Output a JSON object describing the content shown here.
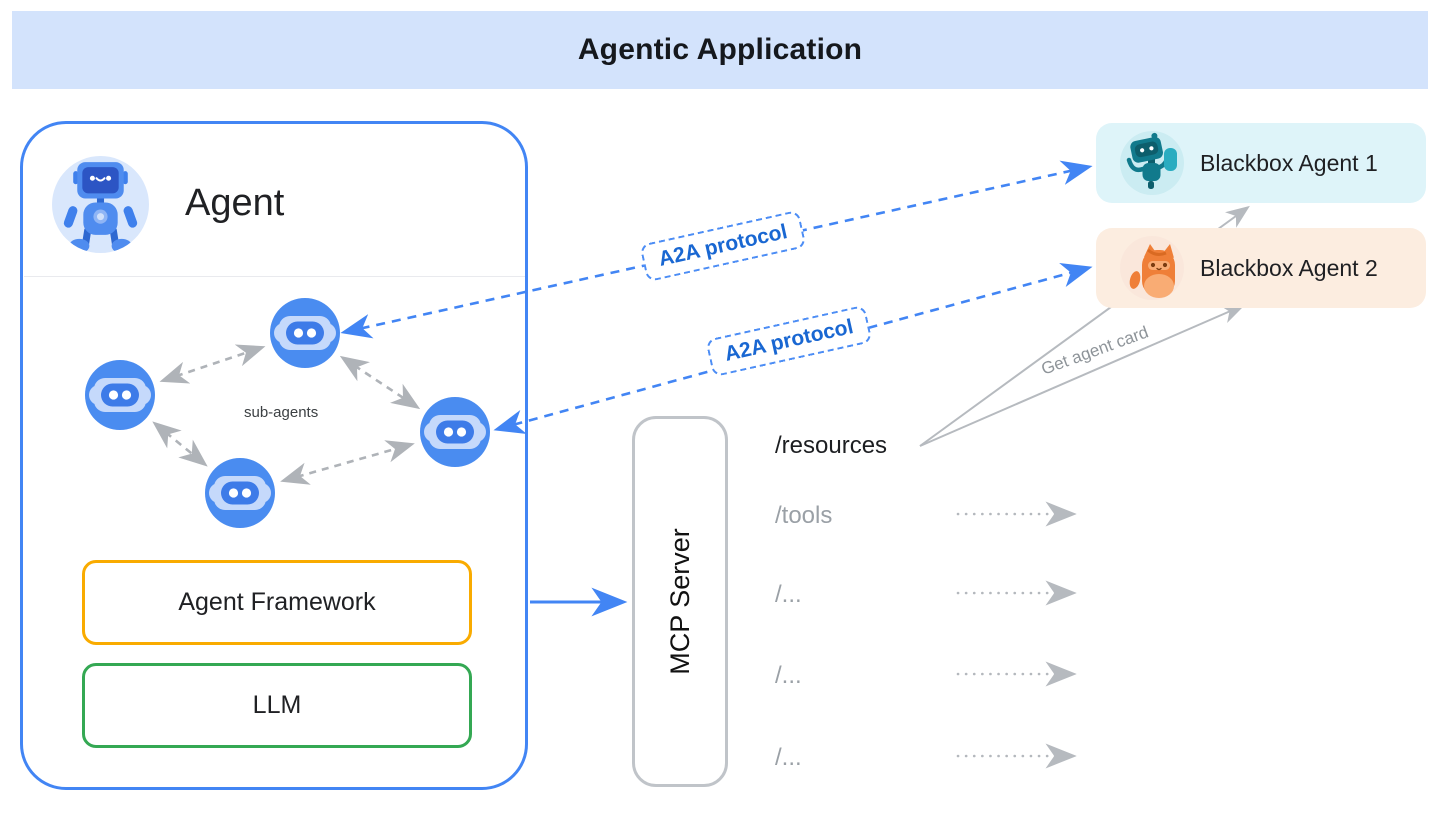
{
  "header": {
    "title": "Agentic Application"
  },
  "agent_box": {
    "title": "Agent",
    "sub_agents_label": "sub-agents",
    "framework_label": "Agent Framework",
    "llm_label": "LLM"
  },
  "mcp": {
    "label": "MCP Server"
  },
  "a2a": {
    "label1": "A2A protocol",
    "label2": "A2A protocol"
  },
  "blackbox_agents": [
    {
      "label": "Blackbox Agent 1"
    },
    {
      "label": "Blackbox Agent 2"
    }
  ],
  "get_agent_card_label": "Get agent card",
  "endpoints": [
    {
      "label": "/resources"
    },
    {
      "label": "/tools"
    },
    {
      "label": "/..."
    },
    {
      "label": "/..."
    },
    {
      "label": "/..."
    }
  ],
  "colors": {
    "banner_bg": "#D3E3FC",
    "agent_border": "#4285F4",
    "framework_border": "#F9AB00",
    "llm_border": "#34A853",
    "mcp_border": "#C0C4C9",
    "a2a_text": "#1967D2",
    "a2a_dash": "#4285F4",
    "sub_agent_blue": "#4A8CF0",
    "gray_connector": "#AFB3B8",
    "blackbox1_bg": "#DEF4F9",
    "blackbox2_bg": "#FCEDE0",
    "muted_text": "#9AA0A6"
  }
}
